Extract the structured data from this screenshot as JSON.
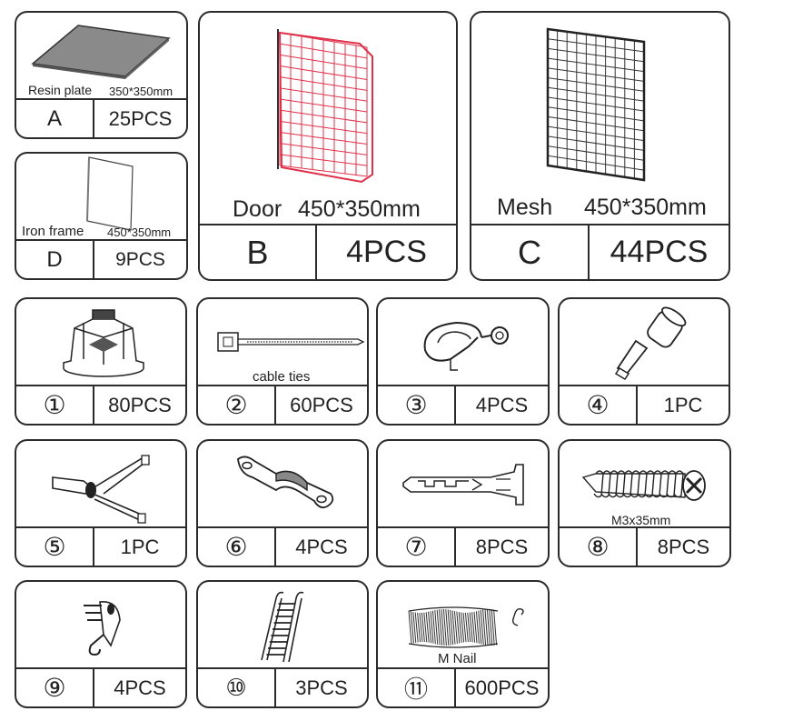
{
  "items": {
    "A": {
      "name": "Resin plate",
      "size": "350*350mm",
      "code": "A",
      "qty": "25PCS"
    },
    "B": {
      "name": "Door",
      "size": "450*350mm",
      "code": "B",
      "qty": "4PCS"
    },
    "C": {
      "name": "Mesh",
      "size": "450*350mm",
      "code": "C",
      "qty": "44PCS"
    },
    "D": {
      "name": "Iron frame",
      "size": "450*350mm",
      "code": "D",
      "qty": "9PCS"
    },
    "p1": {
      "code": "①",
      "qty": "80PCS"
    },
    "p2": {
      "name": "cable ties",
      "code": "②",
      "qty": "60PCS"
    },
    "p3": {
      "code": "③",
      "qty": "4PCS"
    },
    "p4": {
      "code": "④",
      "qty": "1PC"
    },
    "p5": {
      "code": "⑤",
      "qty": "1PC"
    },
    "p6": {
      "code": "⑥",
      "qty": "4PCS"
    },
    "p7": {
      "code": "⑦",
      "qty": "8PCS"
    },
    "p8": {
      "name": "M3x35mm",
      "code": "⑧",
      "qty": "8PCS"
    },
    "p9": {
      "code": "⑨",
      "qty": "4PCS"
    },
    "p10": {
      "code": "⑩",
      "qty": "3PCS"
    },
    "p11": {
      "name": "M Nail",
      "code": "⑪",
      "qty": "600PCS"
    }
  },
  "colors": {
    "door_grid": "#e0304a",
    "border": "#2b2b2b"
  }
}
